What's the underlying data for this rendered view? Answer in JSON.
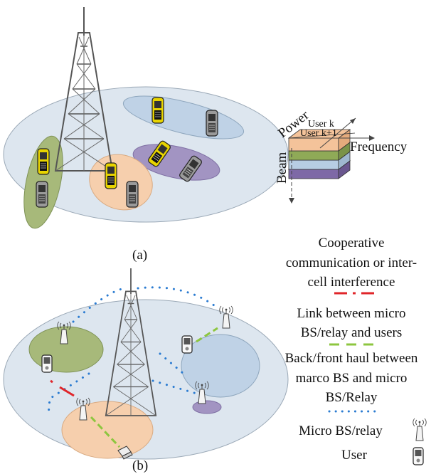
{
  "figure_a": {
    "caption": "(a)",
    "axes": {
      "power": "Power",
      "frequency": "Frequency",
      "beam": "Beam"
    },
    "layers": {
      "user_k": "User k",
      "user_k1": "User k+1"
    },
    "colors": {
      "cell": "#dde6ef",
      "cluster_blue": "#bfd2e6",
      "cluster_purple": "#a294c2",
      "cluster_orange": "#f6cfad",
      "cluster_green": "#a7b97a",
      "block_orange": "#f4c39a",
      "block_green": "#8faa57",
      "block_blue": "#b7cde3",
      "block_purple": "#7e69a6"
    }
  },
  "figure_b": {
    "caption": "(b)",
    "colors": {
      "cell": "#dde6ef",
      "green": "#a7b97a",
      "blue": "#bfd2e6",
      "orange": "#f6cfad",
      "purple": "#a294c2",
      "red_line": "#e0252a",
      "green_line": "#8dc63f",
      "dotted_line": "#2a7bd1"
    }
  },
  "legend": {
    "cooperative_line1": "Cooperative",
    "cooperative_line2": "communication or inter-",
    "cooperative_line3": "cell interference",
    "link_line1": "Link between micro",
    "link_line2": "BS/relay and users",
    "backhaul_line1": "Back/front haul between",
    "backhaul_line2": "marco BS and micro",
    "backhaul_line3": "BS/Relay",
    "micro_bs": "Micro BS/relay",
    "user": "User"
  }
}
